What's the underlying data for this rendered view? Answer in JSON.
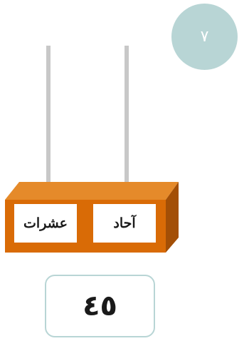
{
  "question": {
    "number": "٧"
  },
  "abacus": {
    "tens_label": "عشرات",
    "ones_label": "آحاد",
    "tens_beads": 0,
    "ones_beads": 0
  },
  "answer": {
    "value": "٤٥"
  },
  "colors": {
    "badge": "#b8d5d5",
    "frame_top": "#e58a2a",
    "frame_front": "#d96b06",
    "frame_side": "#a34f06",
    "rod": "#c8c8c8",
    "box_border": "#b8d5d5"
  }
}
